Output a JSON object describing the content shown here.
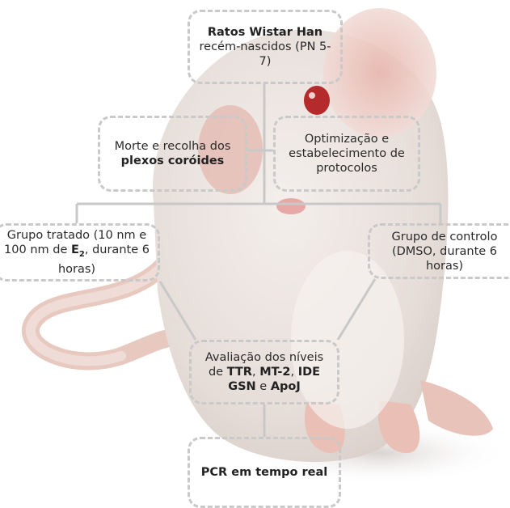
{
  "nodes": {
    "start": {
      "bold": "Ratos Wistar Han",
      "text": "recém-nascidos (PN 5-7)"
    },
    "harvest": {
      "text": "Morte e recolha dos",
      "bold": "plexos coróides"
    },
    "optimize": {
      "text": "Optimização e estabelecimento de protocolos"
    },
    "treated": {
      "text_a": "Grupo tratado (10 nm e 100 nm de",
      "bold": "E",
      "subscript": "2",
      "text_b": ", durante 6 horas)"
    },
    "control": {
      "text": "Grupo de controlo (DMSO, durante 6 horas)"
    },
    "assess": {
      "text_a": "Avaliação dos níveis de",
      "genes": [
        "TTR",
        "MT-2",
        "IDE",
        "GSN",
        "ApoJ"
      ],
      "sep_1": ",",
      "sep_2": ",",
      "sep_3": "",
      "sep_4": "e"
    },
    "pcr": {
      "bold": "PCR em tempo real"
    }
  },
  "colors": {
    "box_border": "#c9c9c9",
    "connector": "#c8c8c8",
    "text": "#2a2a2a"
  },
  "background": "rat-photo"
}
